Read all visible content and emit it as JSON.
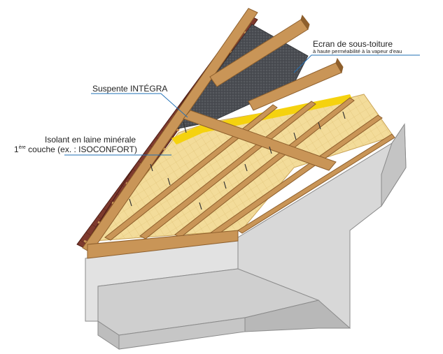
{
  "labels": {
    "ecran_title": "Ecran de sous-toiture",
    "ecran_subtitle": "à haute perméabilité à la vapeur d'eau",
    "suspente": "Suspente INTÉGRA",
    "isolant_line1": "Isolant en laine minérale",
    "isolant_line2_prefix": "1",
    "isolant_line2_sup": "ère",
    "isolant_line2_rest": " couche (ex. : ISOCONFORT)"
  },
  "colors": {
    "insulation": "#f3dc9a",
    "insulation_grid": "#d9b96a",
    "yellow_band": "#f5d20f",
    "timber": "#c99557",
    "timber_dark": "#8e5f2c",
    "tiles": "#7e3a2e",
    "membrane": "#4a4d52",
    "concrete": "#dcdcdc",
    "leader": "#1f6fb6"
  }
}
